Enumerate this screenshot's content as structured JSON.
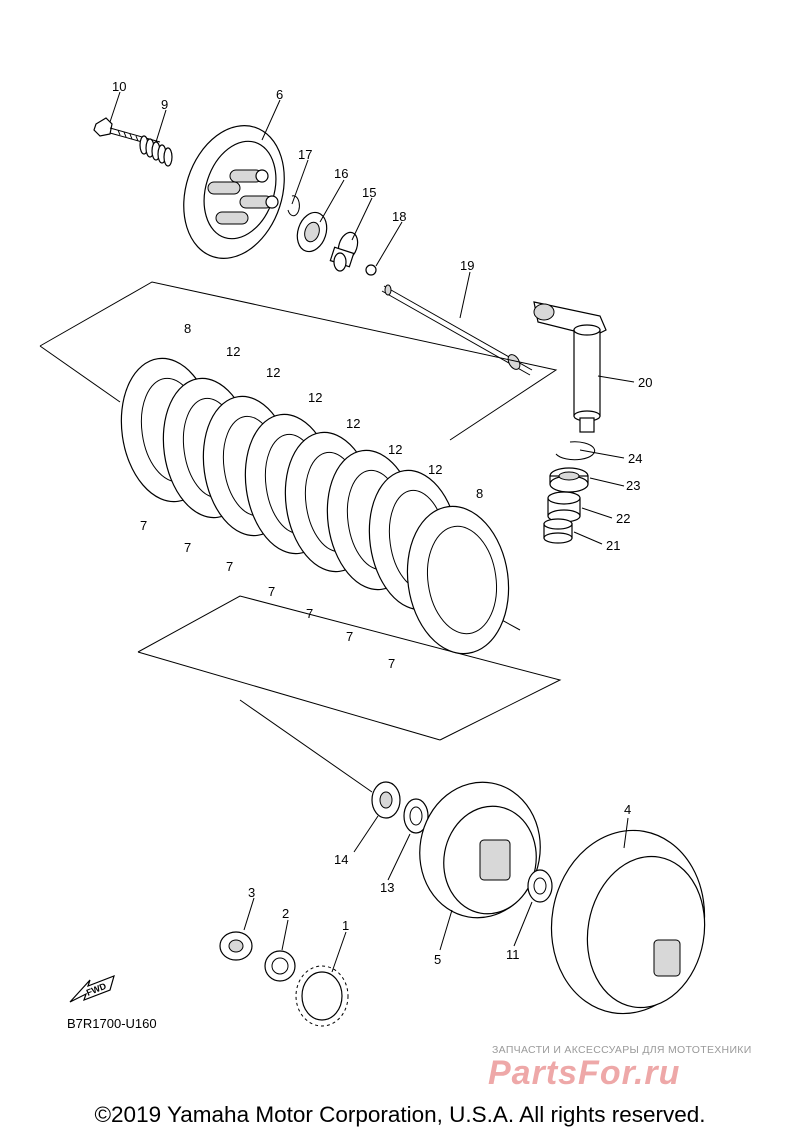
{
  "diagram": {
    "code": "B7R1700-U160",
    "copyright": "©2019 Yamaha Motor Corporation, U.S.A. All rights reserved.",
    "fwd_label": "FWD",
    "watermark": {
      "tagline": "ЗАПЧАСТИ И АКСЕССУАРЫ ДЛЯ МОТОТЕХНИКИ",
      "logo": "PartsFor.ru"
    },
    "callouts": [
      "10",
      "9",
      "6",
      "17",
      "16",
      "15",
      "18",
      "19",
      "20",
      "24",
      "23",
      "22",
      "21",
      "8",
      "12",
      "12",
      "12",
      "12",
      "12",
      "12",
      "12",
      "8",
      "7",
      "7",
      "7",
      "7",
      "7",
      "7",
      "7",
      "7",
      "14",
      "13",
      "4",
      "5",
      "11",
      "3",
      "2",
      "1"
    ]
  }
}
